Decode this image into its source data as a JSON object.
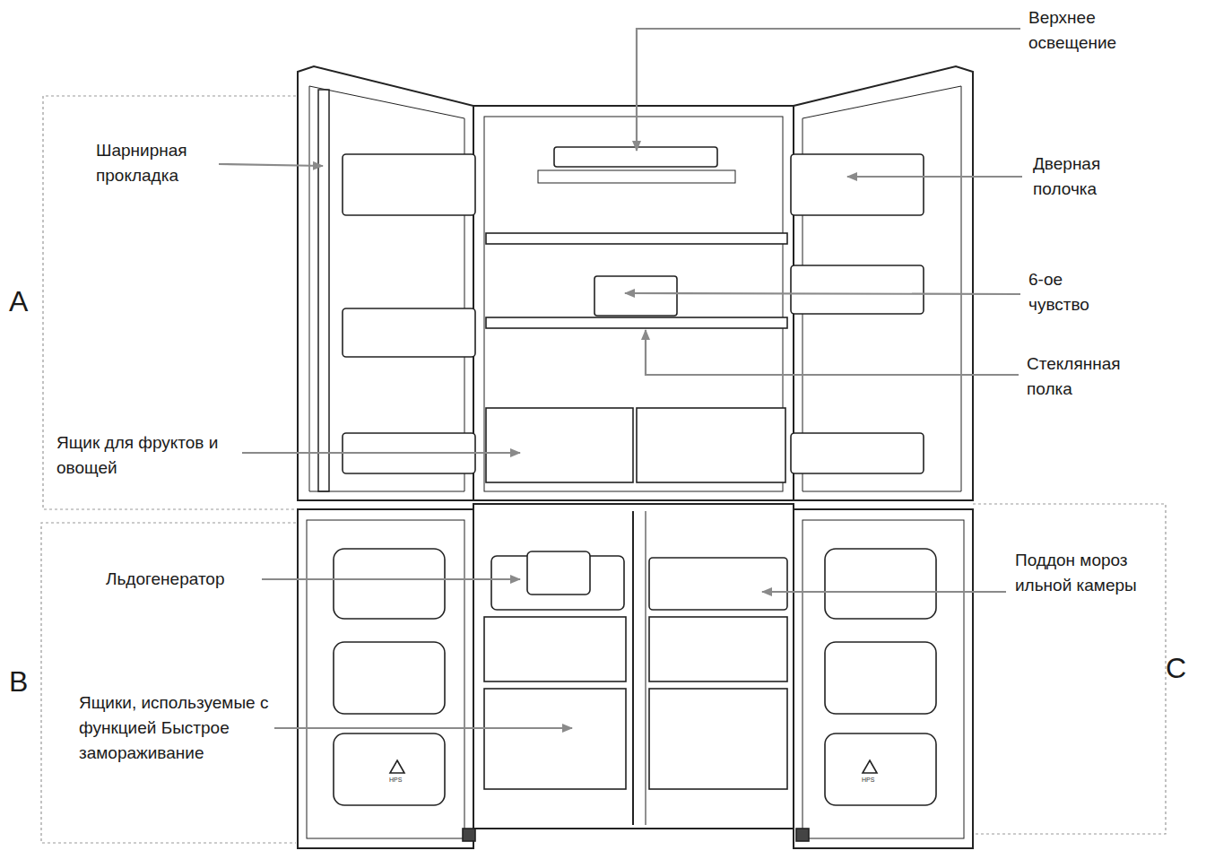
{
  "diagram": {
    "labels": [
      "Верхнее освещение",
      "Шарнирная прокладка",
      "Дверная полочка",
      "A",
      "6-ое чувство",
      "Стеклянная полка",
      "Ящик для фруктов и овощей",
      "Льдогенератор",
      "Поддон морозильной камеры",
      "Ящики, используемые с функцией Быстрое замораживание",
      "B",
      "C",
      "HPS",
      "HPS"
    ]
  }
}
